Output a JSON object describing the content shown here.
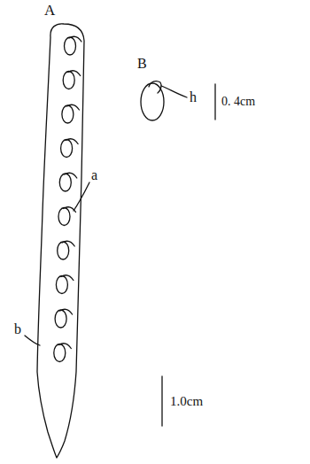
{
  "diagram": {
    "labels": [
      "A",
      "B",
      "a",
      "b",
      "h",
      "0. 4cm",
      "1.0cm"
    ]
  }
}
